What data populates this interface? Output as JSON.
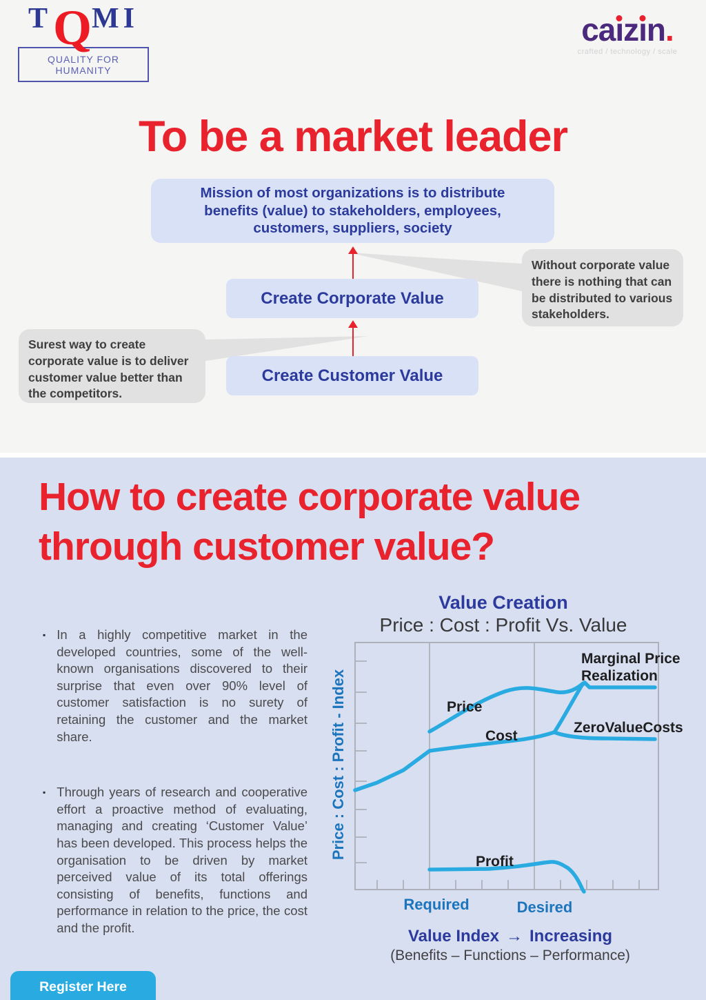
{
  "logos": {
    "tqmi": {
      "name": "TQMI",
      "t": "T",
      "q": "Q",
      "mi": "MI",
      "tagline": "QUALITY FOR HUMANITY",
      "colors": {
        "letters": "#2c3892",
        "q": "#ed1c24"
      }
    },
    "caizin": {
      "name": "caizin.",
      "c1": "ca",
      "i1": "ı",
      "z": "z",
      "i2": "ı",
      "n": "n",
      "period": ".",
      "tagline": "crafted / technology / scale",
      "colors": {
        "word": "#4b2a7d",
        "dots": "#e8212e"
      }
    }
  },
  "hero": {
    "title": "To be a market leader",
    "mission": "Mission of most organizations is to distribute benefits (value) to stakeholders, employees, customers, suppliers, society",
    "box_corporate": "Create Corporate Value",
    "box_customer": "Create Customer Value",
    "callout_right": "Without corporate value there is nothing that can be distributed to various stakeholders.",
    "callout_left": "Surest way to create corporate value is to deliver customer value better than the competitors.",
    "accent_red": "#e8232d",
    "box_blue_bg": "#d8e1f6",
    "box_text_blue": "#2b3a9b"
  },
  "section2": {
    "title": "How to create corporate value through customer value?",
    "bullet_marker": "▪",
    "bullets": [
      {
        "text": "In a highly competitive market in the developed countries, some of the well-known organisations discovered to their surprise that even over 90% level of customer satisfaction is no surety of retaining the customer and the market share."
      },
      {
        "text": "Through years of research and cooperative effort a proactive method of evaluating, managing and creating ‘Customer Value’ has been developed. This process helps the organisation to be driven by market perceived value of its total offerings consisting of benefits, functions and performance in relation to the price, the cost and the profit."
      }
    ],
    "register_label": "Register Here",
    "register_color": "#29abe2"
  },
  "chart": {
    "title": "Value Creation",
    "subtitle": "Price : Cost : Profit Vs. Value",
    "ylabel": "Price : Cost : Profit - Index",
    "labels": {
      "price": "Price",
      "cost": "Cost",
      "profit": "Profit",
      "marginal_1": "Marginal Price",
      "marginal_2": "Realization",
      "zerovalue": "ZeroValueCosts",
      "x_required": "Required",
      "x_desired": "Desired",
      "value_index": "Value Index",
      "arrow": "→",
      "increasing": "Increasing",
      "benefits": "(Benefits – Functions – Performance)"
    },
    "line_color": "#29abe2",
    "axis_label_color": "#1c75bc"
  },
  "chart_data": {
    "type": "line",
    "title": "Value Creation",
    "subtitle": "Price : Cost : Profit Vs. Value",
    "xlabel": "Value Index → Increasing (Benefits – Functions – Performance)",
    "ylabel": "Price : Cost : Profit - Index",
    "x_axis": {
      "range": [
        0,
        100
      ],
      "zone_markers": [
        {
          "label": "Required",
          "x": 25
        },
        {
          "label": "Desired",
          "x": 60
        }
      ],
      "tick_labels": "none (unlabeled index ticks)"
    },
    "y_axis": {
      "range": [
        0,
        100
      ],
      "tick_labels": "none (unlabeled index ticks)"
    },
    "grid": "vertical zone lines at Required (x=25) and Desired (x=60)",
    "legend_position": "inline labels on chart",
    "series": [
      {
        "name": "Price",
        "x": [
          25,
          35,
          50,
          60,
          70,
          76
        ],
        "y": [
          64,
          72,
          79,
          81,
          82,
          84
        ]
      },
      {
        "name": "Cost",
        "x": [
          0,
          8,
          16,
          25,
          45,
          60,
          66
        ],
        "y": [
          40,
          43,
          48,
          56,
          60,
          62,
          64
        ]
      },
      {
        "name": "Marginal Price Realization",
        "x": [
          66,
          76,
          80,
          100
        ],
        "y": [
          64,
          84,
          82,
          82
        ],
        "note": "cost spikes up to meet price level beyond Desired"
      },
      {
        "name": "ZeroValueCosts",
        "x": [
          66,
          83,
          100
        ],
        "y": [
          64,
          61,
          61
        ]
      },
      {
        "name": "Profit",
        "x": [
          25,
          45,
          60,
          64,
          70,
          76
        ],
        "y": [
          8,
          9,
          11,
          12,
          8,
          0
        ]
      }
    ],
    "annotations": [
      "Marginal Price Realization",
      "ZeroValueCosts"
    ]
  }
}
